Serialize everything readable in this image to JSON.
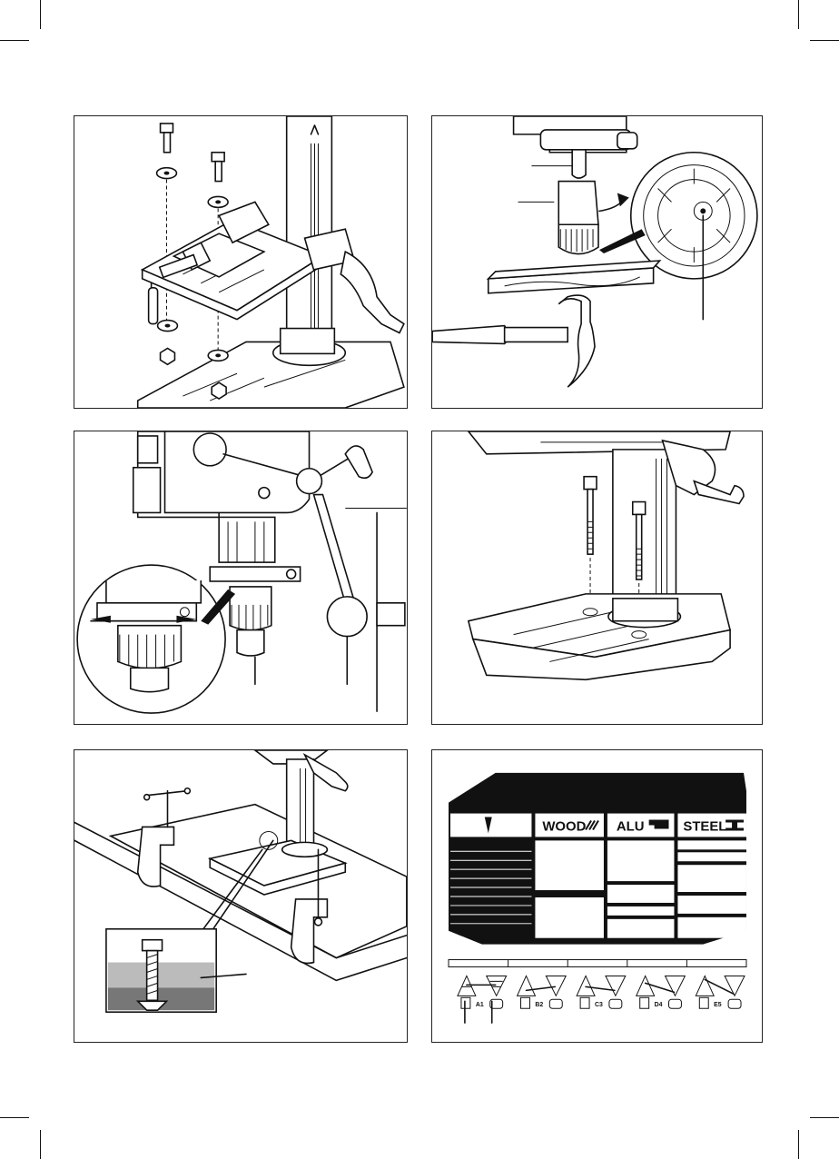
{
  "page": {
    "figures": [
      {
        "id": "fig-1",
        "subject": "vice-mounting-on-table"
      },
      {
        "id": "fig-2",
        "subject": "chuck-installation"
      },
      {
        "id": "fig-3",
        "subject": "depth-stop-and-feed-handle"
      },
      {
        "id": "fig-4",
        "subject": "column-mounting-bolts"
      },
      {
        "id": "fig-5",
        "subject": "bench-clamping"
      },
      {
        "id": "fig-6",
        "subject": "speed-chart"
      }
    ]
  },
  "speed_chart": {
    "columns": [
      "WOOD",
      "ALU",
      "STEEL"
    ],
    "belt_positions": [
      "A1",
      "B2",
      "C3",
      "D4",
      "E5"
    ]
  }
}
